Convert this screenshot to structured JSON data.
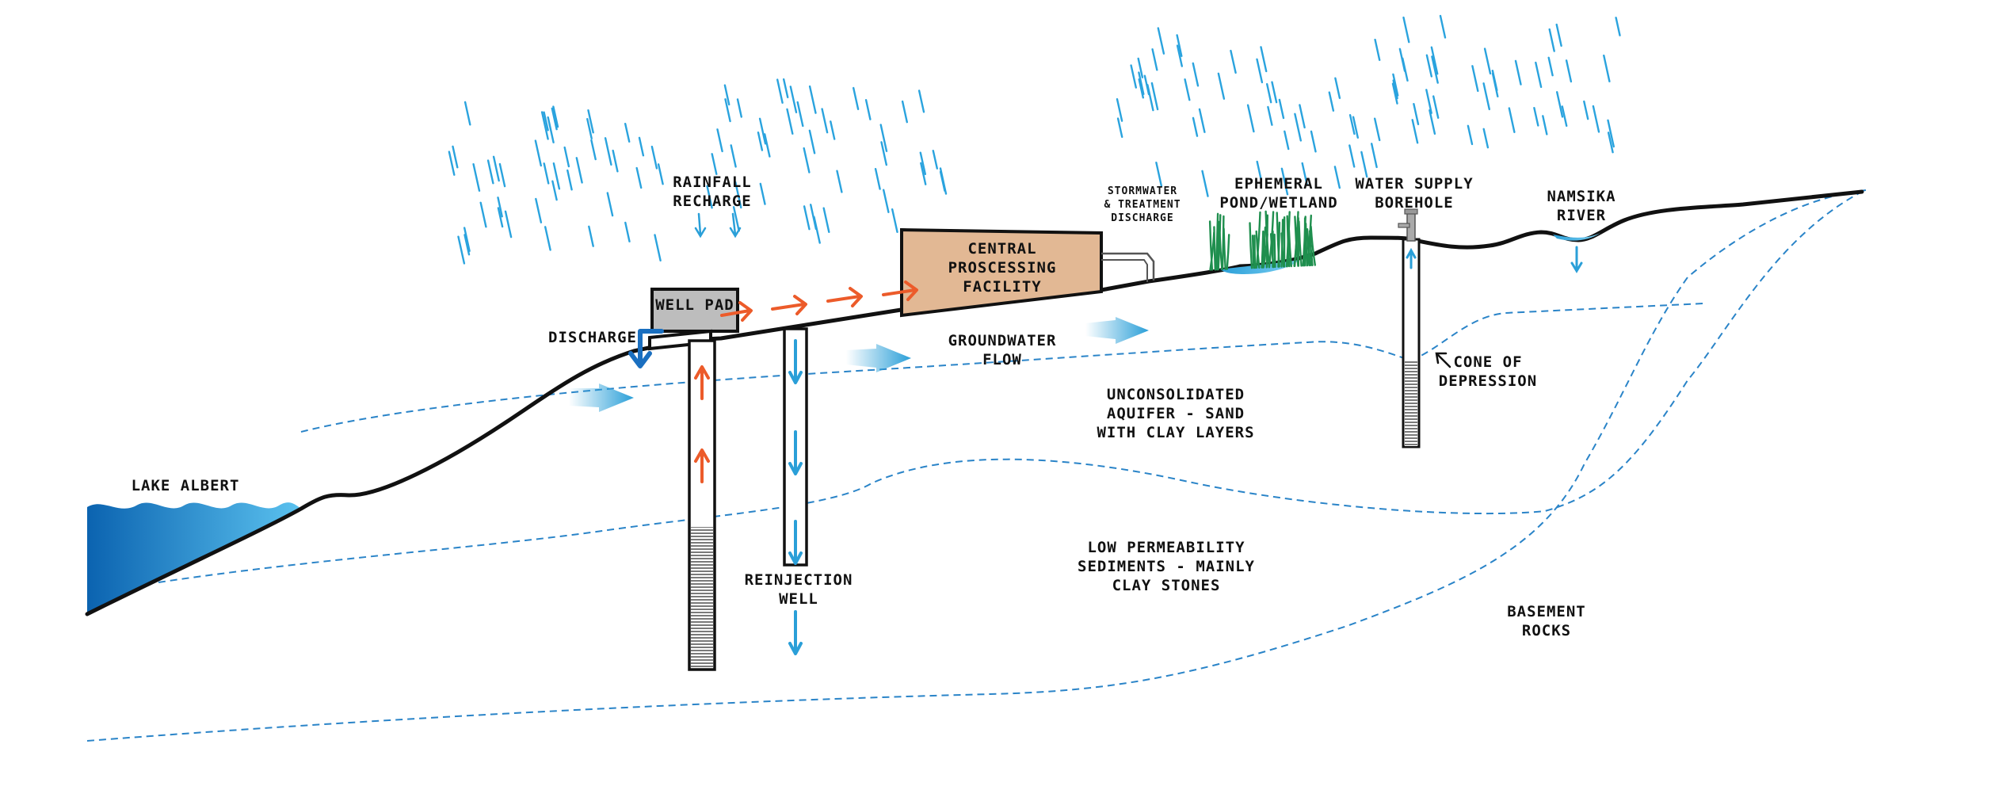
{
  "labels": {
    "rainfall_1": "RAINFALL",
    "rainfall_2": "RECHARGE",
    "well_pad": "WELL PAD",
    "discharge": "DISCHARGE",
    "cpf_1": "CENTRAL",
    "cpf_2": "PROSCESSING",
    "cpf_3": "FACILITY",
    "storm_1": "STORMWATER",
    "storm_2": "& TREATMENT",
    "storm_3": "DISCHARGE",
    "pond_1": "EPHEMERAL",
    "pond_2": "POND/WETLAND",
    "borehole_1": "WATER SUPPLY",
    "borehole_2": "BOREHOLE",
    "river_1": "NAMSIKA",
    "river_2": "RIVER",
    "gwflow_1": "GROUNDWATER",
    "gwflow_2": "FLOW",
    "cone_1": "CONE OF",
    "cone_2": "DEPRESSION",
    "aquifer_1": "UNCONSOLIDATED",
    "aquifer_2": "AQUIFER - SAND",
    "aquifer_3": "WITH CLAY LAYERS",
    "lake": "LAKE ALBERT",
    "reinj_1": "REINJECTION",
    "reinj_2": "WELL",
    "lowperm_1": "LOW PERMEABILITY",
    "lowperm_2": "SEDIMENTS - MAINLY",
    "lowperm_3": "CLAY STONES",
    "basement_1": "BASEMENT",
    "basement_2": "ROCKS"
  },
  "colors": {
    "ground_line": "#111111",
    "water_blue": "#2a9fd8",
    "lake_dark": "#0b63b0",
    "lake_light": "#5bc2ef",
    "production_arrow": "#ec5b2a",
    "facility_fill": "#e2b894",
    "well_pad_fill": "#bdbdbd",
    "wetland_green": "#1f8f4e",
    "discharge_blue": "#1a6fc0"
  },
  "icons": {
    "rain": "rain-drops-icon",
    "wetland": "reeds-icon",
    "pump": "pump-head-icon"
  }
}
